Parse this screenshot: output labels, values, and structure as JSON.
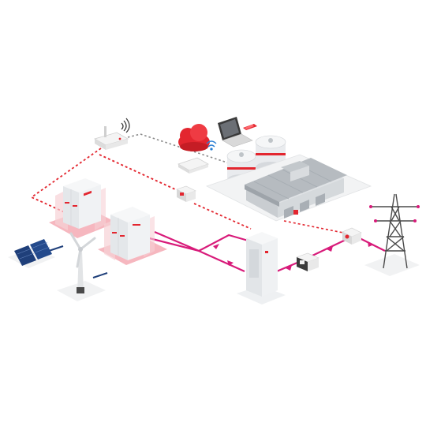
{
  "scene": {
    "background": "#ffffff",
    "colors": {
      "power_line": "#d81b7a",
      "comm_line_red": "#e3262f",
      "comm_line_gray": "#8a8a8a",
      "cabinet_glow": "#f3a9b2",
      "cabinet_body": "#eceff2",
      "cloud": "#e3262f",
      "pylon": "#4a4a4a",
      "warehouse": "#bfc4c8"
    },
    "components": [
      {
        "id": "wifi-router",
        "icon": "router-icon"
      },
      {
        "id": "wifi-signal",
        "icon": "wifi-icon"
      },
      {
        "id": "data-logger",
        "icon": "monitoring-device-icon"
      },
      {
        "id": "battery-cabinet-large",
        "icon": "battery-storage-icon"
      },
      {
        "id": "battery-cabinet-small",
        "icon": "battery-storage-icon"
      },
      {
        "id": "solar-panels",
        "icon": "solar-panel-icon"
      },
      {
        "id": "wind-turbine",
        "icon": "wind-turbine-icon"
      },
      {
        "id": "cloud",
        "icon": "cloud-icon"
      },
      {
        "id": "laptop",
        "icon": "laptop-icon"
      },
      {
        "id": "smartphone",
        "icon": "smartphone-icon"
      },
      {
        "id": "mobile-router",
        "icon": "router-icon"
      },
      {
        "id": "storage-tanks",
        "icon": "tank-icon"
      },
      {
        "id": "warehouse",
        "icon": "factory-icon"
      },
      {
        "id": "distribution-cabinet",
        "icon": "switchgear-icon"
      },
      {
        "id": "energy-meter",
        "icon": "meter-icon"
      },
      {
        "id": "grid-meter",
        "icon": "meter-icon"
      },
      {
        "id": "power-pylon",
        "icon": "transmission-tower-icon"
      }
    ]
  }
}
